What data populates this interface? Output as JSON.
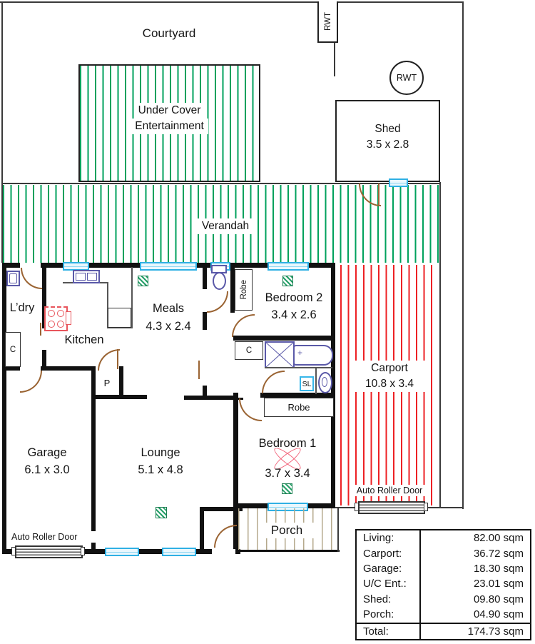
{
  "plan": {
    "site": {
      "courtyard": "Courtyard",
      "verandah": "Verandah",
      "rwt_tank": "RWT",
      "rwt_circle": "RWT",
      "uce_line1": "Under Cover",
      "uce_line2": "Entertainment",
      "shed_name": "Shed",
      "shed_dims": "3.5 x 2.8",
      "carport_name": "Carport",
      "carport_dims": "10.8 x 3.4",
      "carport_roller": "Auto Roller Door",
      "porch": "Porch"
    },
    "rooms": {
      "ldry": "L’dry",
      "kitchen": "Kitchen",
      "meals_name": "Meals",
      "meals_dims": "4.3 x 2.4",
      "bed2_name": "Bedroom 2",
      "bed2_dims": "3.4 x 2.6",
      "bed1_name": "Bedroom 1",
      "bed1_dims": "3.7 x 3.4",
      "lounge_name": "Lounge",
      "lounge_dims": "5.1 x 4.8",
      "garage_name": "Garage",
      "garage_dims": "6.1 x 3.0",
      "garage_roller": "Auto Roller Door",
      "robe_bed2": "Robe",
      "robe_bed1": "Robe",
      "cupboard_ldry": "C",
      "cupboard_bath": "C",
      "pantry": "P",
      "linen": "SL",
      "bath_tap": "+"
    },
    "area_table": {
      "rows": [
        {
          "label": "Living:",
          "value": "82.00 sqm"
        },
        {
          "label": "Carport:",
          "value": "36.72 sqm"
        },
        {
          "label": "Garage:",
          "value": "18.30 sqm"
        },
        {
          "label": "U/C Ent.:",
          "value": "23.01 sqm"
        },
        {
          "label": "Shed:",
          "value": "09.80 sqm"
        },
        {
          "label": "Porch:",
          "value": "04.90 sqm"
        }
      ],
      "total_label": "Total:",
      "total_value": "174.73 sqm"
    },
    "colors": {
      "wall": "#111111",
      "verandah_stripe": "#00a15c",
      "carport_stripe": "#ed2024",
      "window": "#2fb0e4",
      "fixture": "#5a59a8",
      "door": "#9a6332",
      "stove": "#e8555c",
      "fan_cross": "#f2637a",
      "porch_stripe": "#b5a98c"
    }
  }
}
